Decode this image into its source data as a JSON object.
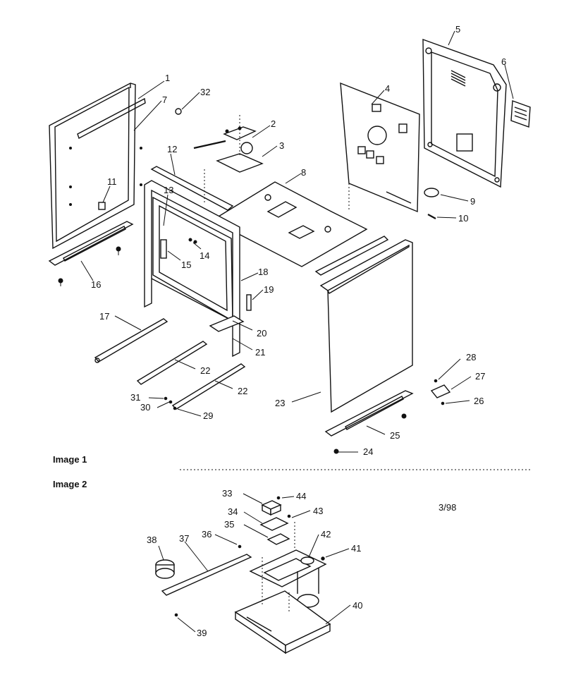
{
  "diagram": {
    "captions": {
      "image1": "Image 1",
      "image2": "Image 2",
      "date_code": "3/98"
    },
    "callouts": [
      "1",
      "2",
      "3",
      "4",
      "5",
      "6",
      "7",
      "8",
      "9",
      "10",
      "11",
      "12",
      "13",
      "14",
      "15",
      "16",
      "17",
      "18",
      "19",
      "20",
      "21",
      "22",
      "22",
      "23",
      "24",
      "25",
      "26",
      "27",
      "28",
      "29",
      "30",
      "31",
      "32",
      "33",
      "34",
      "35",
      "36",
      "37",
      "38",
      "39",
      "40",
      "41",
      "42",
      "43",
      "44"
    ]
  }
}
